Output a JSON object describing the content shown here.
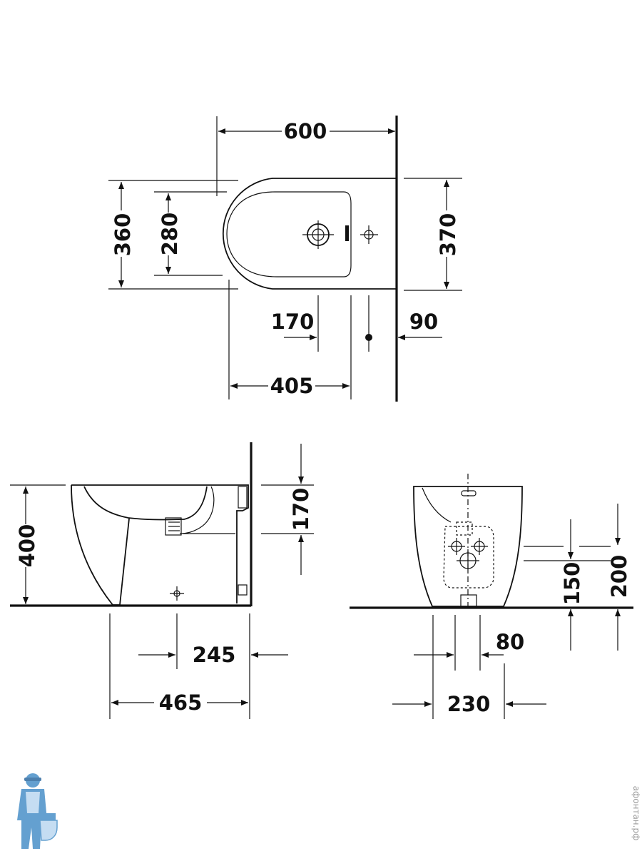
{
  "dimensions": {
    "top_width": "600",
    "top_depth_outer": "360",
    "top_depth_inner": "280",
    "top_depth_right": "370",
    "top_hole_offset": "170",
    "top_wall_offset": "90",
    "top_front_offset": "405",
    "side_height": "400",
    "side_upper_offset": "170",
    "side_fixing_offset": "245",
    "side_total_depth": "465",
    "front_inlet_height": "150",
    "front_outlet_height": "200",
    "front_hole_spacing": "80",
    "front_base_width": "230"
  },
  "watermark": {
    "text": "афонтан.рф"
  },
  "colors": {
    "line": "#111111",
    "logo": "#4a90c8"
  }
}
